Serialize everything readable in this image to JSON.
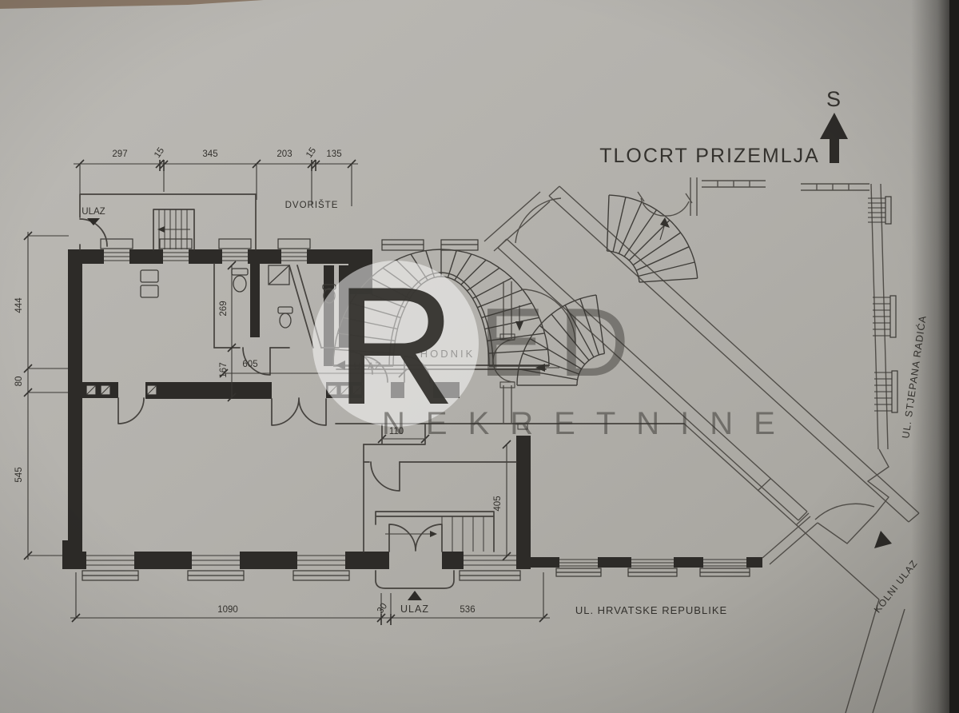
{
  "title": "TLOCRT PRIZEMLJA",
  "compass": {
    "north_label": "S"
  },
  "watermark": {
    "circle_letter": "R",
    "big_letters": "ED",
    "name": "NEKRETNINE"
  },
  "labels": {
    "entrance": "ULAZ",
    "courtyard": "DVORIŠTE",
    "hallway": "HODNIK",
    "street_bottom": "UL. HRVATSKE REPUBLIKE",
    "street_right": "UL. STJEPANA RADIĆA",
    "vehicle_entrance": "KOLNI ULAZ"
  },
  "dimensions": {
    "top": [
      "297",
      "15",
      "345",
      "203",
      "15",
      "135"
    ],
    "left": [
      "444",
      "80",
      "545"
    ],
    "bottom": [
      "1090",
      "30",
      "536"
    ],
    "room_depth": "269",
    "corridor": "167",
    "room_width": "605",
    "niche": "110",
    "stair_run": "405"
  },
  "colors": {
    "paper": "#b3b1ac",
    "ink": "#34322e",
    "wall_fill": "#2d2b28",
    "watermark": "#ffffff",
    "photo_edge": "#1d1c1a",
    "table_strip": "#8c7a69"
  }
}
